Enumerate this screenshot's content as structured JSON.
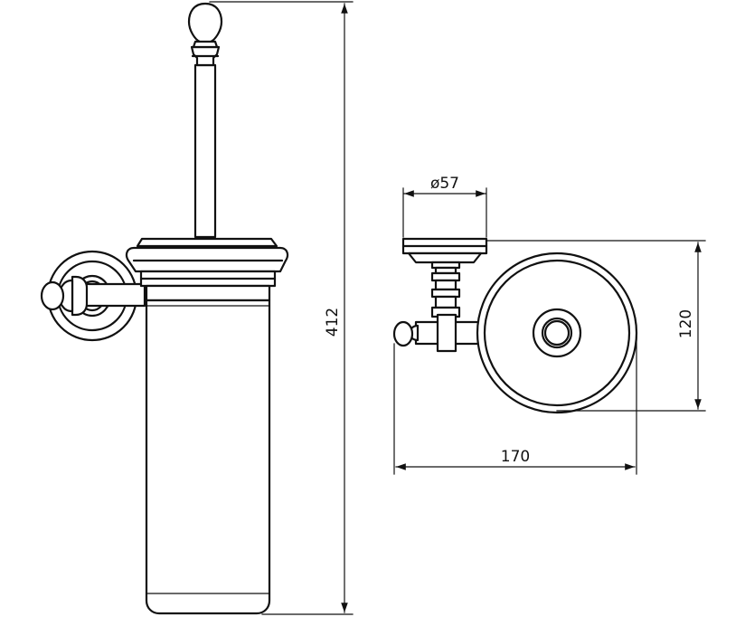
{
  "dimensions": {
    "height_label": "412",
    "diameter_label": "ø57",
    "depth_label": "120",
    "width_label": "170"
  }
}
